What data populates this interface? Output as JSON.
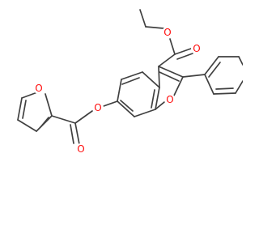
{
  "molecule": {
    "atoms": [
      {
        "id": "o-furan",
        "label": "O"
      },
      {
        "id": "o-ester1-carbonyl",
        "label": "O"
      },
      {
        "id": "o-ester1-link",
        "label": "O"
      },
      {
        "id": "o-ester2-alkoxy",
        "label": "O"
      },
      {
        "id": "o-ester2-carbonyl",
        "label": "O"
      },
      {
        "id": "o-benzofuran",
        "label": "O"
      }
    ],
    "colors": {
      "oxygen": "#ff0d0d",
      "bond": "#404040"
    }
  }
}
